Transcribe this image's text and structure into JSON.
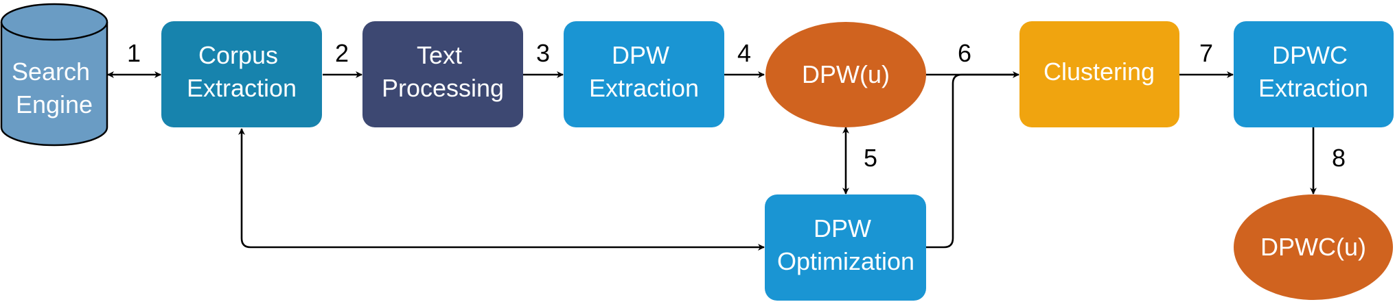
{
  "colors": {
    "db": "#6a9cc4",
    "teal": "#1783ad",
    "navy": "#3d4872",
    "blue": "#1a95d3",
    "orange": "#d0631f",
    "amber": "#f0a40f",
    "line": "#000000"
  },
  "nodes": {
    "search_engine": {
      "line1": "Search",
      "line2": "Engine"
    },
    "corpus_extraction": {
      "line1": "Corpus",
      "line2": "Extraction"
    },
    "text_processing": {
      "line1": "Text",
      "line2": "Processing"
    },
    "dpw_extraction": {
      "line1": "DPW",
      "line2": "Extraction"
    },
    "dpw_u": {
      "label": "DPW(u)"
    },
    "clustering": {
      "label": "Clustering"
    },
    "dpwc_extraction": {
      "line1": "DPWC",
      "line2": "Extraction"
    },
    "dpw_optimization": {
      "line1": "DPW",
      "line2": "Optimization"
    },
    "dpwc_u": {
      "label": "DPWC(u)"
    }
  },
  "steps": [
    "1",
    "2",
    "3",
    "4",
    "5",
    "6",
    "7",
    "8"
  ]
}
